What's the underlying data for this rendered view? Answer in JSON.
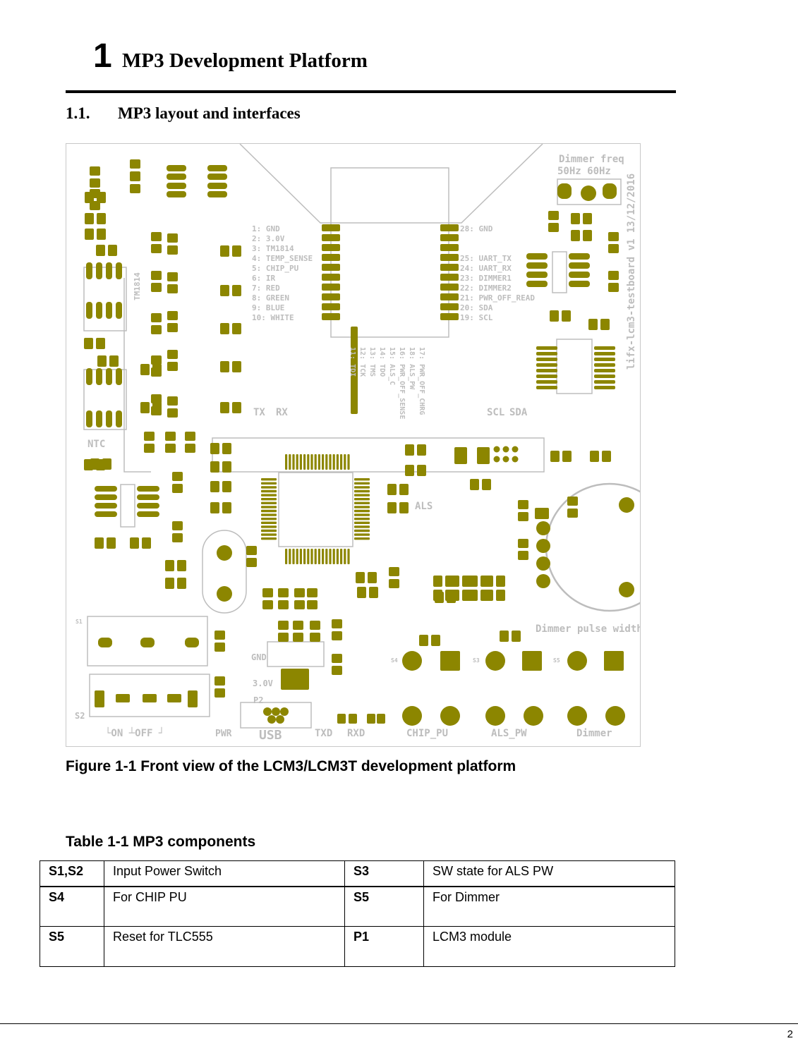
{
  "chapter": {
    "number": "1",
    "title": "MP3 Development Platform"
  },
  "section": {
    "number": "1.1.",
    "title": "MP3 layout and interfaces"
  },
  "figure": {
    "caption": "Figure 1-1 Front view of the LCM3/LCM3T development platform",
    "colors": {
      "pad": "#8c8600",
      "silk": "#bdbdbd",
      "outline": "#c8c8c8"
    },
    "board_text": {
      "dimmer_freq": "Dimmer  freq",
      "freq_values": "50Hz   60Hz",
      "board_id": "lifx-lcm3-testboard v1 13/12/2016",
      "tm1814": "TM1814",
      "ntc": "NTC",
      "tx": "TX",
      "rx": "RX",
      "scl": "SCL",
      "sda": "SDA",
      "als": "ALS",
      "dimmer_pulse_width": "Dimmer  pulse  width",
      "gnd": "GND",
      "v30": "3.0V",
      "p2": "P2",
      "usb": "USB",
      "pwr": "PWR",
      "txd": "TXD",
      "rxd": "RXD",
      "chip_pu": "CHIP_PU",
      "als_pw": "ALS_PW",
      "dimmer": "Dimmer",
      "s2_label": "S2",
      "on_off": "└ON  ┴OFF ┘",
      "s1": "S1",
      "s3": "S3",
      "s4": "S4",
      "s5": "S5"
    },
    "p1_left_pins": [
      "1:  GND",
      "2:  3.0V",
      "3:  TM1814",
      "4:  TEMP_SENSE",
      "5:  CHIP_PU",
      "6:  IR",
      "7:  RED",
      "8:  GREEN",
      "9:  BLUE",
      "10:  WHITE"
    ],
    "p1_right_pins": [
      "28:  GND",
      "25:  UART_TX",
      "24:  UART_RX",
      "23:  DIMMER1",
      "22:  DIMMER2",
      "21:  PWR_OFF_READ",
      "20:  SDA",
      "19:  SCL"
    ],
    "p1_bottom_pins": [
      "11: TDI",
      "12: TCK",
      "13: TMS",
      "14: TDO",
      "15: ALS_C",
      "16: PWR_OFF_SENSE",
      "18: ALS_PW",
      "17: PWR_OFF_CHRG"
    ]
  },
  "table": {
    "title": "Table 1-1 MP3 components",
    "rows": [
      {
        "k1": "S1,S2",
        "v1": "Input Power Switch",
        "k2": "S3",
        "v2": "SW state for ALS PW"
      },
      {
        "k1": "S4",
        "v1": "For CHIP PU",
        "k2": "S5",
        "v2": "For Dimmer"
      },
      {
        "k1": "S5",
        "v1": "Reset for TLC555",
        "k2": "P1",
        "v2": "LCM3 module"
      }
    ]
  },
  "page_number": "2"
}
